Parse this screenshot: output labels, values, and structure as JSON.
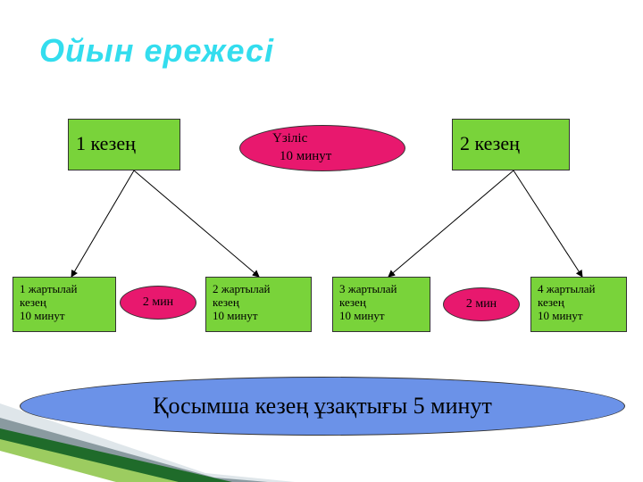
{
  "title": "Ойын ережесі",
  "period1": {
    "label": "1 кезең"
  },
  "period2": {
    "label": "2 кезең"
  },
  "break": {
    "line1": "Үзіліс",
    "line2": "10 минут"
  },
  "halves": [
    {
      "line1": "1 жартылай",
      "line2": "кезең",
      "line3": "10 минут"
    },
    {
      "line1": "2 жартылай",
      "line2": "кезең",
      "line3": "10 минут"
    },
    {
      "line1": "3 жартылай",
      "line2": "кезең",
      "line3": "10 минут"
    },
    {
      "line1": "4 жартылай",
      "line2": "кезең",
      "line3": "10 минут"
    }
  ],
  "short_breaks": [
    "2 мин",
    "2 мин"
  ],
  "extra_time": "Қосымша кезең ұзақтығы 5 минут",
  "colors": {
    "title": "#33ddee",
    "box": "#79d33a",
    "pink": "#e8186e",
    "blue": "#6b92e8"
  }
}
